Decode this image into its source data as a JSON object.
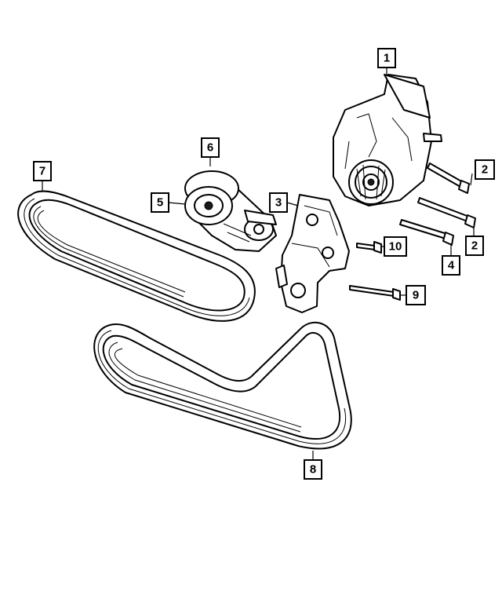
{
  "colors": {
    "line": "#000000",
    "background": "#ffffff"
  },
  "callouts": [
    {
      "id": "1",
      "label": "1"
    },
    {
      "id": "2a",
      "label": "2"
    },
    {
      "id": "2b",
      "label": "2"
    },
    {
      "id": "3",
      "label": "3"
    },
    {
      "id": "4",
      "label": "4"
    },
    {
      "id": "5",
      "label": "5"
    },
    {
      "id": "6",
      "label": "6"
    },
    {
      "id": "7",
      "label": "7"
    },
    {
      "id": "8",
      "label": "8"
    },
    {
      "id": "9",
      "label": "9"
    },
    {
      "id": "10",
      "label": "10"
    }
  ]
}
